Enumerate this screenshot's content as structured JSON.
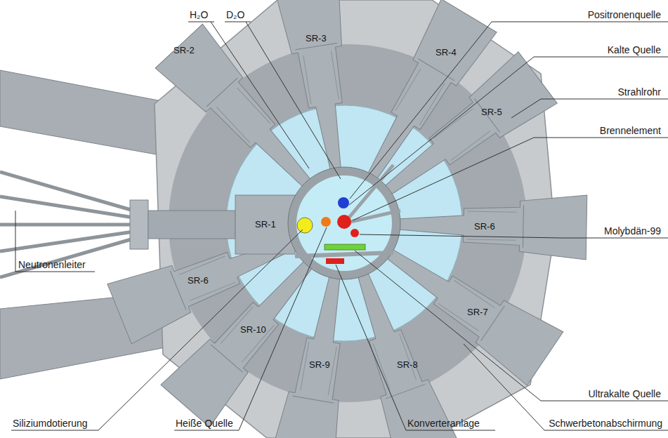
{
  "diagram": {
    "labels": [
      "H₂O",
      "D₂O",
      "Positronenquelle",
      "Kalte Quelle",
      "Strahlrohr",
      "Brennelement",
      "Molybdän-99",
      "Ultrakalte Quelle",
      "Schwerbetonabschirmung",
      "Konverteranlage",
      "Heiße Quelle",
      "Siliziumdotierung",
      "Neutronenleiter",
      "SR-1",
      "SR-2",
      "SR-3",
      "SR-4",
      "SR-5",
      "SR-6",
      "SR-6",
      "SR-7",
      "SR-8",
      "SR-9",
      "SR-10"
    ]
  }
}
